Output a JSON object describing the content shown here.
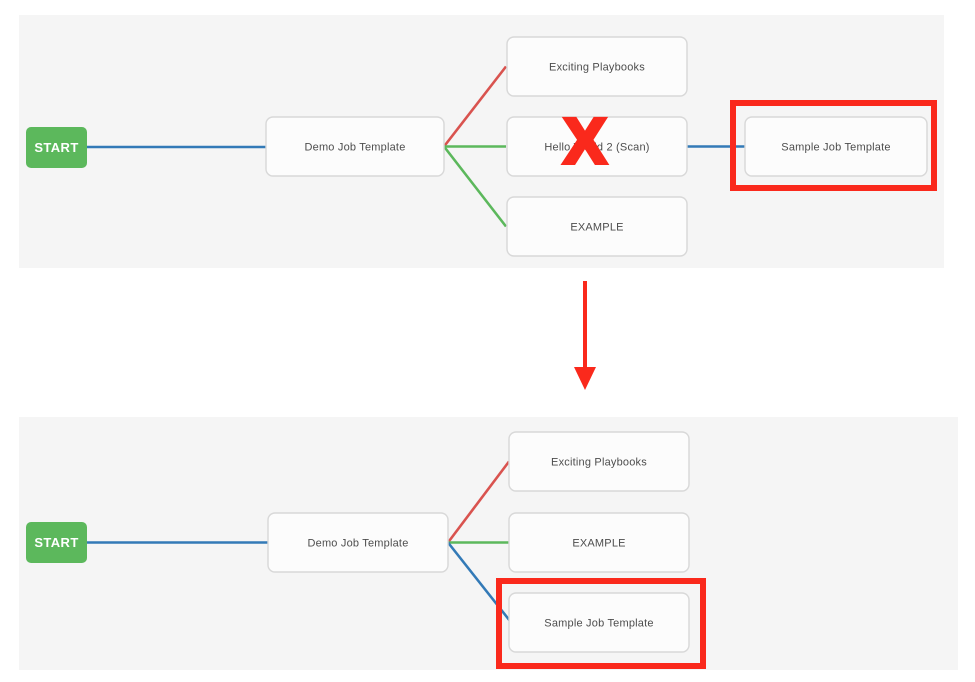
{
  "colors": {
    "page_bg": "#ffffff",
    "panel_bg": "#f5f5f5",
    "start_green": "#5cb85c",
    "link_blue": "#337ab7",
    "link_red": "#d9534f",
    "link_green": "#5cb85c",
    "annotation_red": "#fa291c",
    "node_bg": "#fcfcfc",
    "node_border": "#d8d8d8",
    "node_text": "#4d4d4d"
  },
  "annotations": {
    "x_mark": "X"
  },
  "panels": [
    {
      "start_label": "START",
      "nodes": [
        {
          "id": "demo-job-template",
          "label": "Demo Job Template"
        },
        {
          "id": "exciting-playbooks",
          "label": "Exciting Playbooks"
        },
        {
          "id": "hello-world-2-scan",
          "label": "Hello World 2 (Scan)",
          "crossed_out": true
        },
        {
          "id": "example",
          "label": "EXAMPLE"
        },
        {
          "id": "sample-job-template",
          "label": "Sample Job Template",
          "highlighted": true
        }
      ],
      "edges": [
        {
          "from": "start",
          "to": "demo-job-template",
          "stroke": "#337ab7"
        },
        {
          "from": "demo-job-template",
          "to": "exciting-playbooks",
          "stroke": "#d9534f"
        },
        {
          "from": "demo-job-template",
          "to": "hello-world-2-scan",
          "stroke": "#5cb85c"
        },
        {
          "from": "demo-job-template",
          "to": "example",
          "stroke": "#5cb85c"
        },
        {
          "from": "hello-world-2-scan",
          "to": "sample-job-template",
          "stroke": "#337ab7"
        }
      ]
    },
    {
      "start_label": "START",
      "nodes": [
        {
          "id": "demo-job-template",
          "label": "Demo Job Template"
        },
        {
          "id": "exciting-playbooks",
          "label": "Exciting Playbooks"
        },
        {
          "id": "example",
          "label": "EXAMPLE"
        },
        {
          "id": "sample-job-template",
          "label": "Sample Job Template",
          "highlighted": true
        }
      ],
      "edges": [
        {
          "from": "start",
          "to": "demo-job-template",
          "stroke": "#337ab7"
        },
        {
          "from": "demo-job-template",
          "to": "exciting-playbooks",
          "stroke": "#d9534f"
        },
        {
          "from": "demo-job-template",
          "to": "example",
          "stroke": "#5cb85c"
        },
        {
          "from": "demo-job-template",
          "to": "sample-job-template",
          "stroke": "#337ab7"
        }
      ]
    }
  ]
}
